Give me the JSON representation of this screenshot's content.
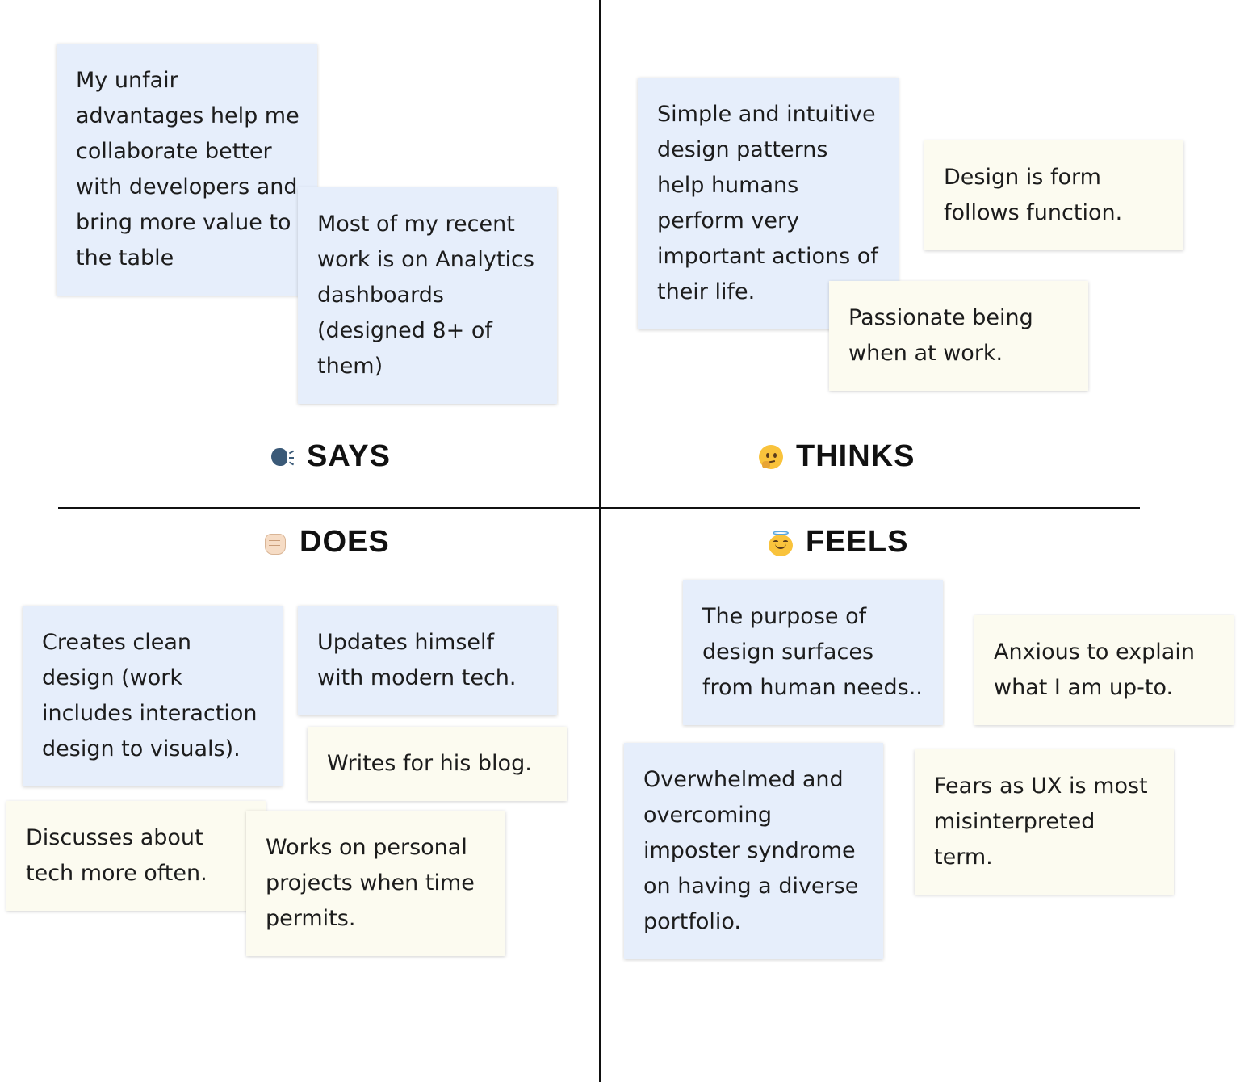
{
  "quadrants": {
    "says": {
      "title": "SAYS",
      "icon": "speaking-head-icon"
    },
    "thinks": {
      "title": "THINKS",
      "icon": "thinking-face-icon"
    },
    "does": {
      "title": "DOES",
      "icon": "raised-fist-icon"
    },
    "feels": {
      "title": "FEELS",
      "icon": "smiling-face-with-halo-icon"
    }
  },
  "notes": {
    "says_1": {
      "color": "#e6eefb",
      "text": "My unfair advantages help me collaborate better with developers and bring more value to the table"
    },
    "says_2": {
      "color": "#e6eefb",
      "text": "Most of my recent work is on Analytics dashboards (designed 8+ of them)"
    },
    "thinks_1": {
      "color": "#e6eefb",
      "text": "Simple and intuitive design patterns help humans perform very important actions of their life."
    },
    "thinks_2": {
      "color": "#fcfbf0",
      "text": "Design is form follows function."
    },
    "thinks_3": {
      "color": "#fcfbf0",
      "text": "Passionate being when at work."
    },
    "does_1": {
      "color": "#e6eefb",
      "text": "Creates clean design (work includes interaction design to visuals)."
    },
    "does_2": {
      "color": "#e6eefb",
      "text": "Updates himself with modern tech."
    },
    "does_3": {
      "color": "#fcfbf0",
      "text": "Writes for his blog."
    },
    "does_4": {
      "color": "#fcfbf0",
      "text": "Discusses about tech more often."
    },
    "does_5": {
      "color": "#fcfbf0",
      "text": "Works on personal projects when time permits."
    },
    "feels_1": {
      "color": "#e6eefb",
      "text": "The purpose of design surfaces from human needs.."
    },
    "feels_2": {
      "color": "#fcfbf0",
      "text": "Anxious to explain what I am up-to."
    },
    "feels_3": {
      "color": "#e6eefb",
      "text": "Overwhelmed and overcoming imposter syndrome on having a diverse portfolio."
    },
    "feels_4": {
      "color": "#fcfbf0",
      "text": "Fears as UX is most misinterpreted term."
    }
  }
}
